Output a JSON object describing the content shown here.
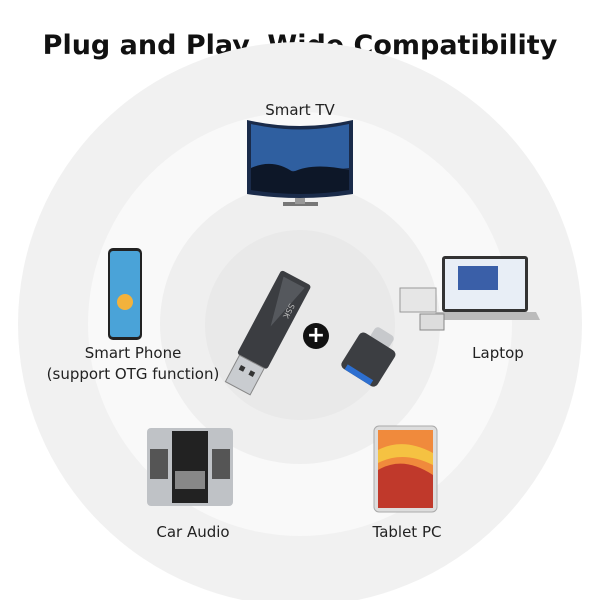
{
  "title": "Plug and Play, Wide Compatibility",
  "devices": {
    "tv": "Smart TV",
    "phone": "Smart Phone",
    "phone_note": "(support OTG function)",
    "laptop": "Laptop",
    "car": "Car Audio",
    "tablet": "Tablet PC"
  },
  "center": {
    "logo": "SSK",
    "plus": "+"
  }
}
